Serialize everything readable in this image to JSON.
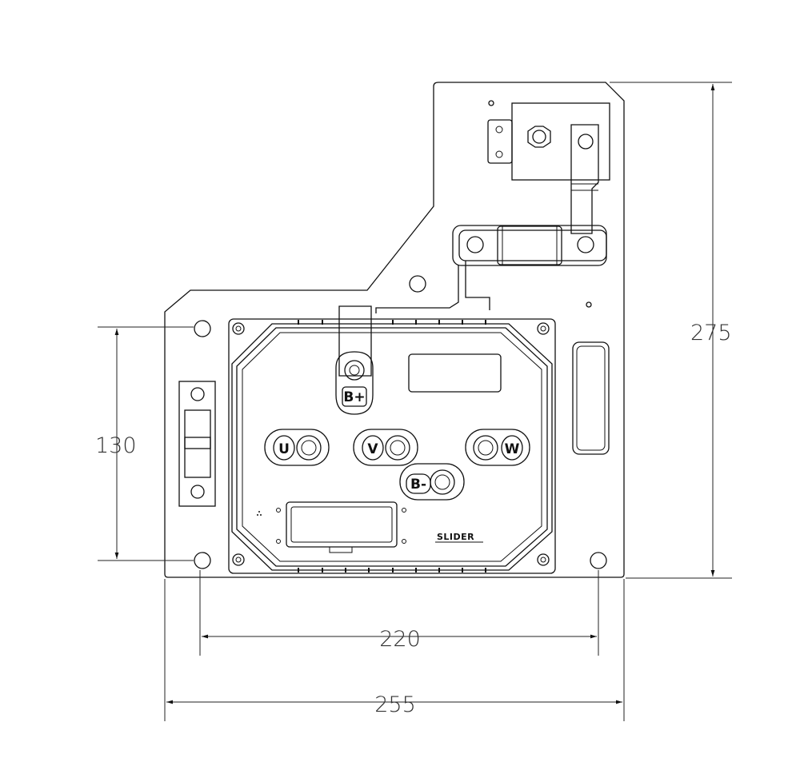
{
  "dimensions": {
    "height_total": "275",
    "mount_height": "130",
    "mount_width": "220",
    "width_total": "255"
  },
  "terminals": {
    "b_plus": "B+",
    "b_minus": "B-",
    "u": "U",
    "v": "V",
    "w": "W"
  },
  "brand": {
    "logo_text": "SLIDER"
  }
}
